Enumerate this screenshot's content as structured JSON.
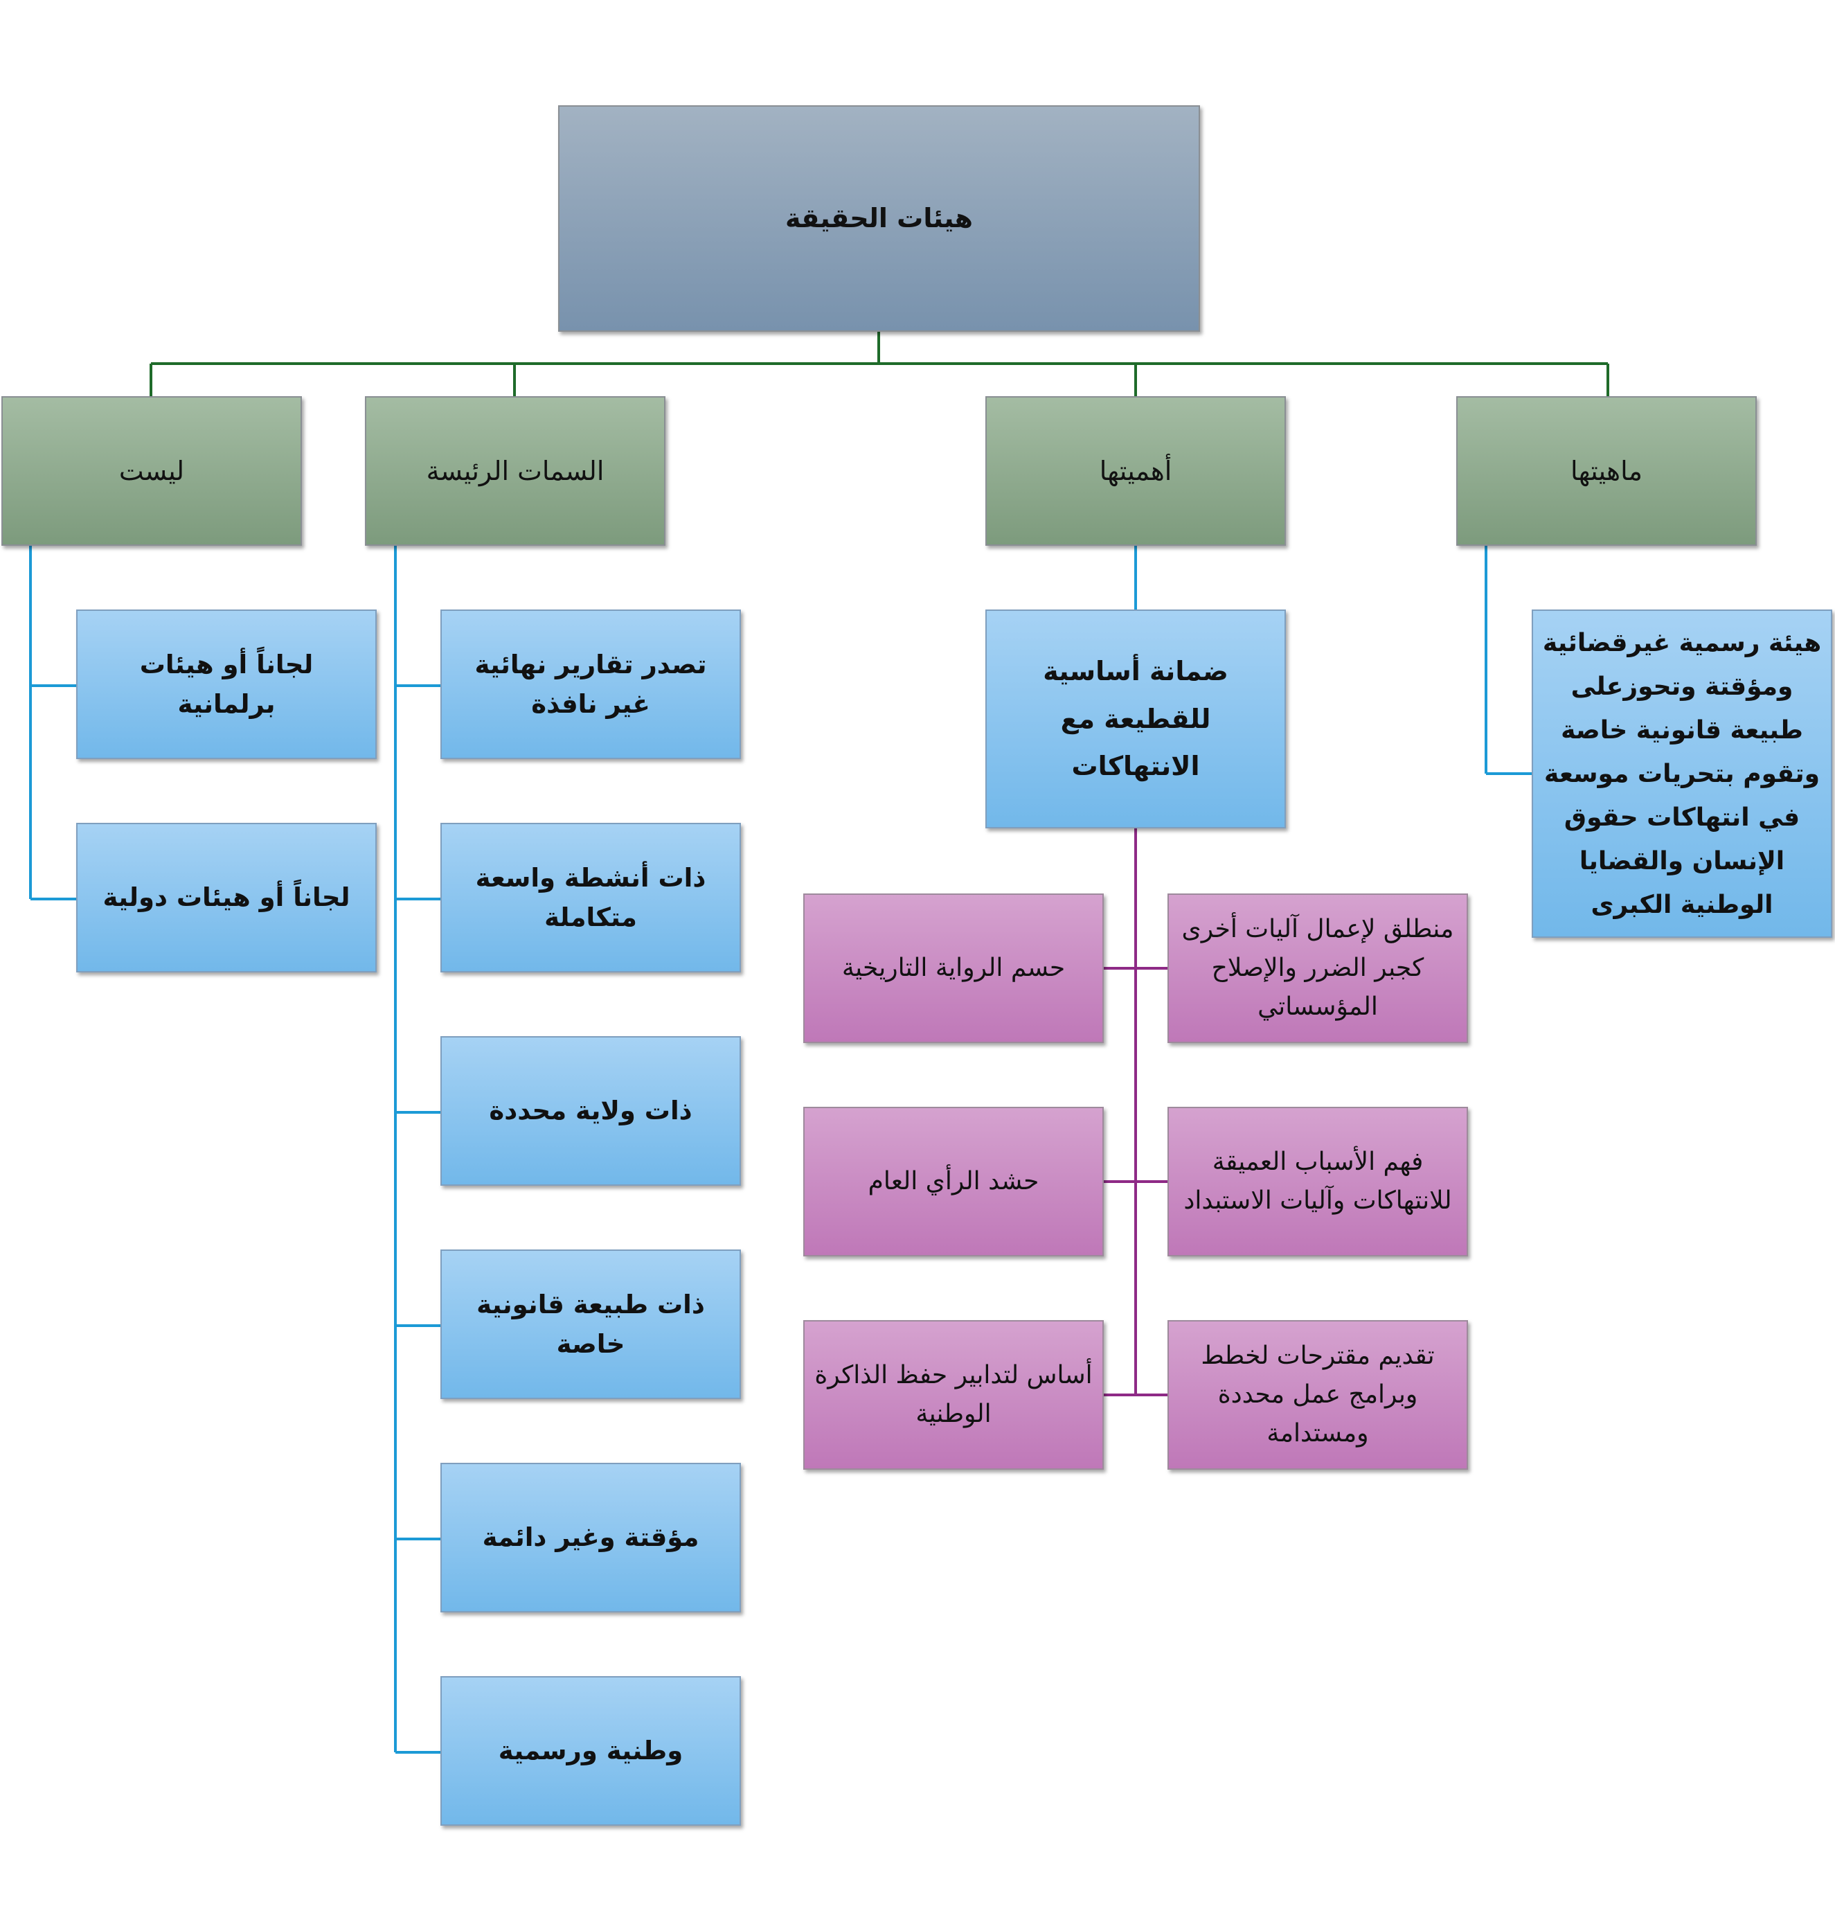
{
  "root": {
    "title": "هيئات الحقيقة"
  },
  "branches": {
    "nature": {
      "label": "ماهيتها",
      "description": "هيئة رسمية غيرقضائية ومؤقتة وتحوزعلى طبيعة قانونية خاصة وتقوم بتحريات موسعة في انتهاكات حقوق الإنسان والقضايا الوطنية الكبرى"
    },
    "importance": {
      "label": "أهميتها",
      "main": "ضمانة أساسية  للقطيعة مع الانتهاكات",
      "items": [
        "منطلق لإعمال آليات أخرى كجبر الضرر والإصلاح المؤسساتي",
        "حسم الرواية التاريخية",
        "فهم الأسباب العميقة للانتهاكات وآليات الاستبداد",
        "حشد الرأي العام",
        "تقديم مقترحات لخطط وبرامج عمل محددة ومستدامة",
        "أساس لتدابير حفظ الذاكرة الوطنية"
      ]
    },
    "features": {
      "label": "السمات الرئيسة",
      "items": [
        "تصدر تقارير نهائية غير نافذة",
        "ذات أنشطة واسعة متكاملة",
        "ذات ولاية محددة",
        "ذات طبيعة قانونية خاصة",
        "مؤقتة وغير دائمة",
        "وطنية ورسمية"
      ]
    },
    "not": {
      "label": "ليست",
      "items": [
        "لجاناً أو هيئات برلمانية",
        "لجاناً أو هيئات دولية"
      ]
    }
  },
  "colors": {
    "root_connector": "#1f6b2a",
    "blue_connector": "#1c9ad6",
    "purple_connector": "#8e2a86"
  }
}
